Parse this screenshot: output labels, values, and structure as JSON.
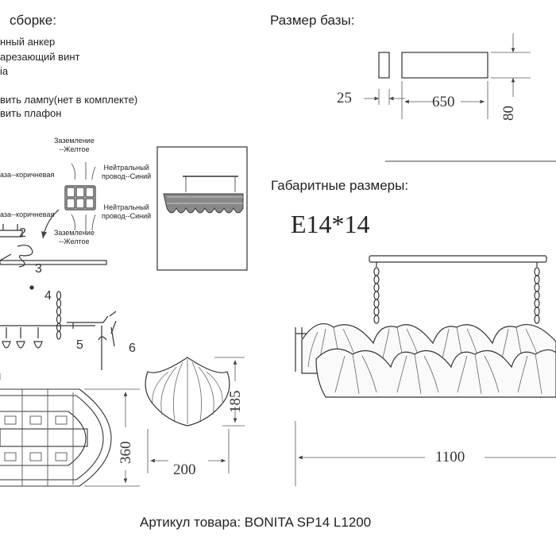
{
  "assembly": {
    "title": "сборке:",
    "steps": [
      "нный анкер",
      "арезающий винт",
      "ia",
      "вить лампу(нет в комплекте)",
      "вить плафон"
    ],
    "wires": {
      "ground_top": [
        "Заземление",
        "--Желтое"
      ],
      "phase_top": "аза--коричневая",
      "neutral_top": [
        "Нейтральный",
        "провод--Синий"
      ],
      "phase_bottom": "аза--коричневая",
      "neutral_bottom": [
        "Нейтральный",
        "провод--Синий"
      ],
      "ground_bottom": [
        "Заземление",
        "--Желтое"
      ]
    },
    "part_numbers": [
      "2",
      "3",
      "4",
      "5",
      "6"
    ]
  },
  "base": {
    "title": "Размер базы:",
    "width": "650",
    "depth": "25",
    "height": "80"
  },
  "overall": {
    "title": "Габаритные размеры:",
    "bulb": "E14*14",
    "length": "1100"
  },
  "shade": {
    "height": "185",
    "width": "200"
  },
  "bottom_view": {
    "depth": "360"
  },
  "footer": {
    "article": "Артикул товара: BONITA SP14 L1200"
  },
  "colors": {
    "line": "#333333",
    "dim_line": "#555555"
  }
}
